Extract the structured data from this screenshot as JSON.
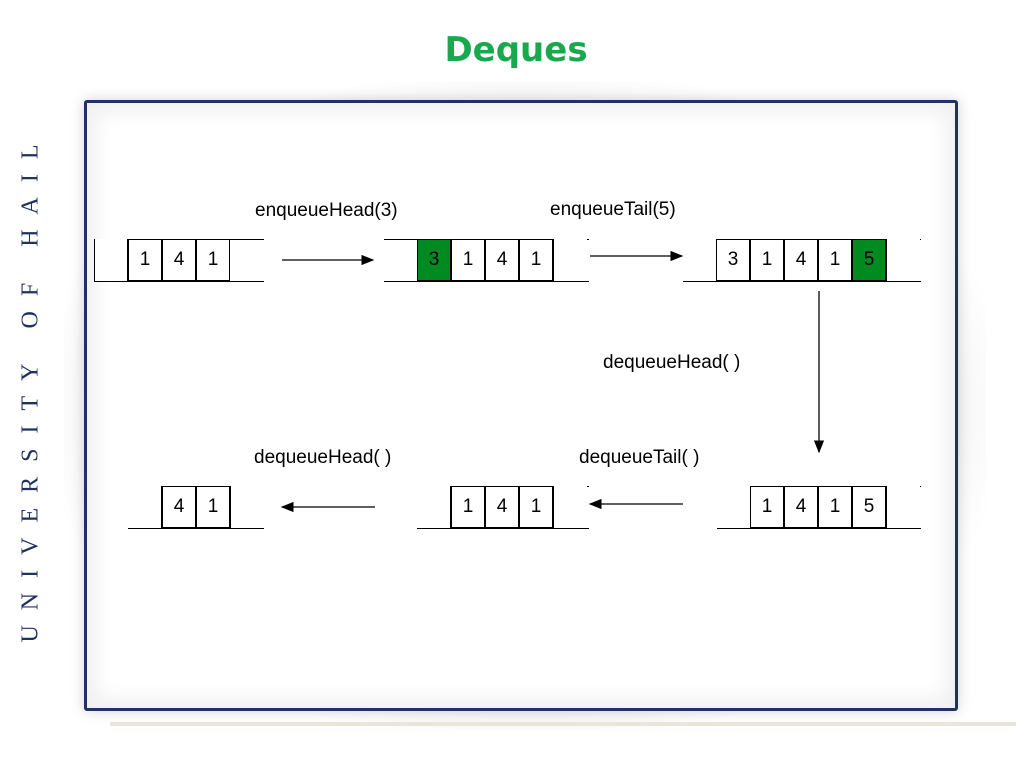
{
  "slide": {
    "title": "Deques",
    "side_text": "UNIVERSITY OF HAIL"
  },
  "colors": {
    "title": "#1aa84f",
    "side_text": "#1f3260",
    "frame_border": "#1f3260",
    "highlight_cell": "#008a20"
  },
  "operations": {
    "enqueue_head": "enqueueHead(3)",
    "enqueue_tail": "enqueueTail(5)",
    "dequeue_head_1": "dequeueHead( )",
    "dequeue_tail": "dequeueTail( )",
    "dequeue_head_2": "dequeueHead( )"
  },
  "deques": {
    "initial": [
      "1",
      "4",
      "1"
    ],
    "after_enqueue_head": [
      "3",
      "1",
      "4",
      "1"
    ],
    "after_enqueue_tail": [
      "3",
      "1",
      "4",
      "1",
      "5"
    ],
    "after_dequeue_head": [
      "1",
      "4",
      "1",
      "5"
    ],
    "after_dequeue_tail": [
      "1",
      "4",
      "1"
    ],
    "after_dequeue_head_2": [
      "4",
      "1"
    ]
  },
  "icons": {
    "arrows": [
      "right-arrow-icon",
      "right-arrow-icon",
      "down-arrow-icon",
      "left-arrow-icon",
      "left-arrow-icon"
    ]
  }
}
